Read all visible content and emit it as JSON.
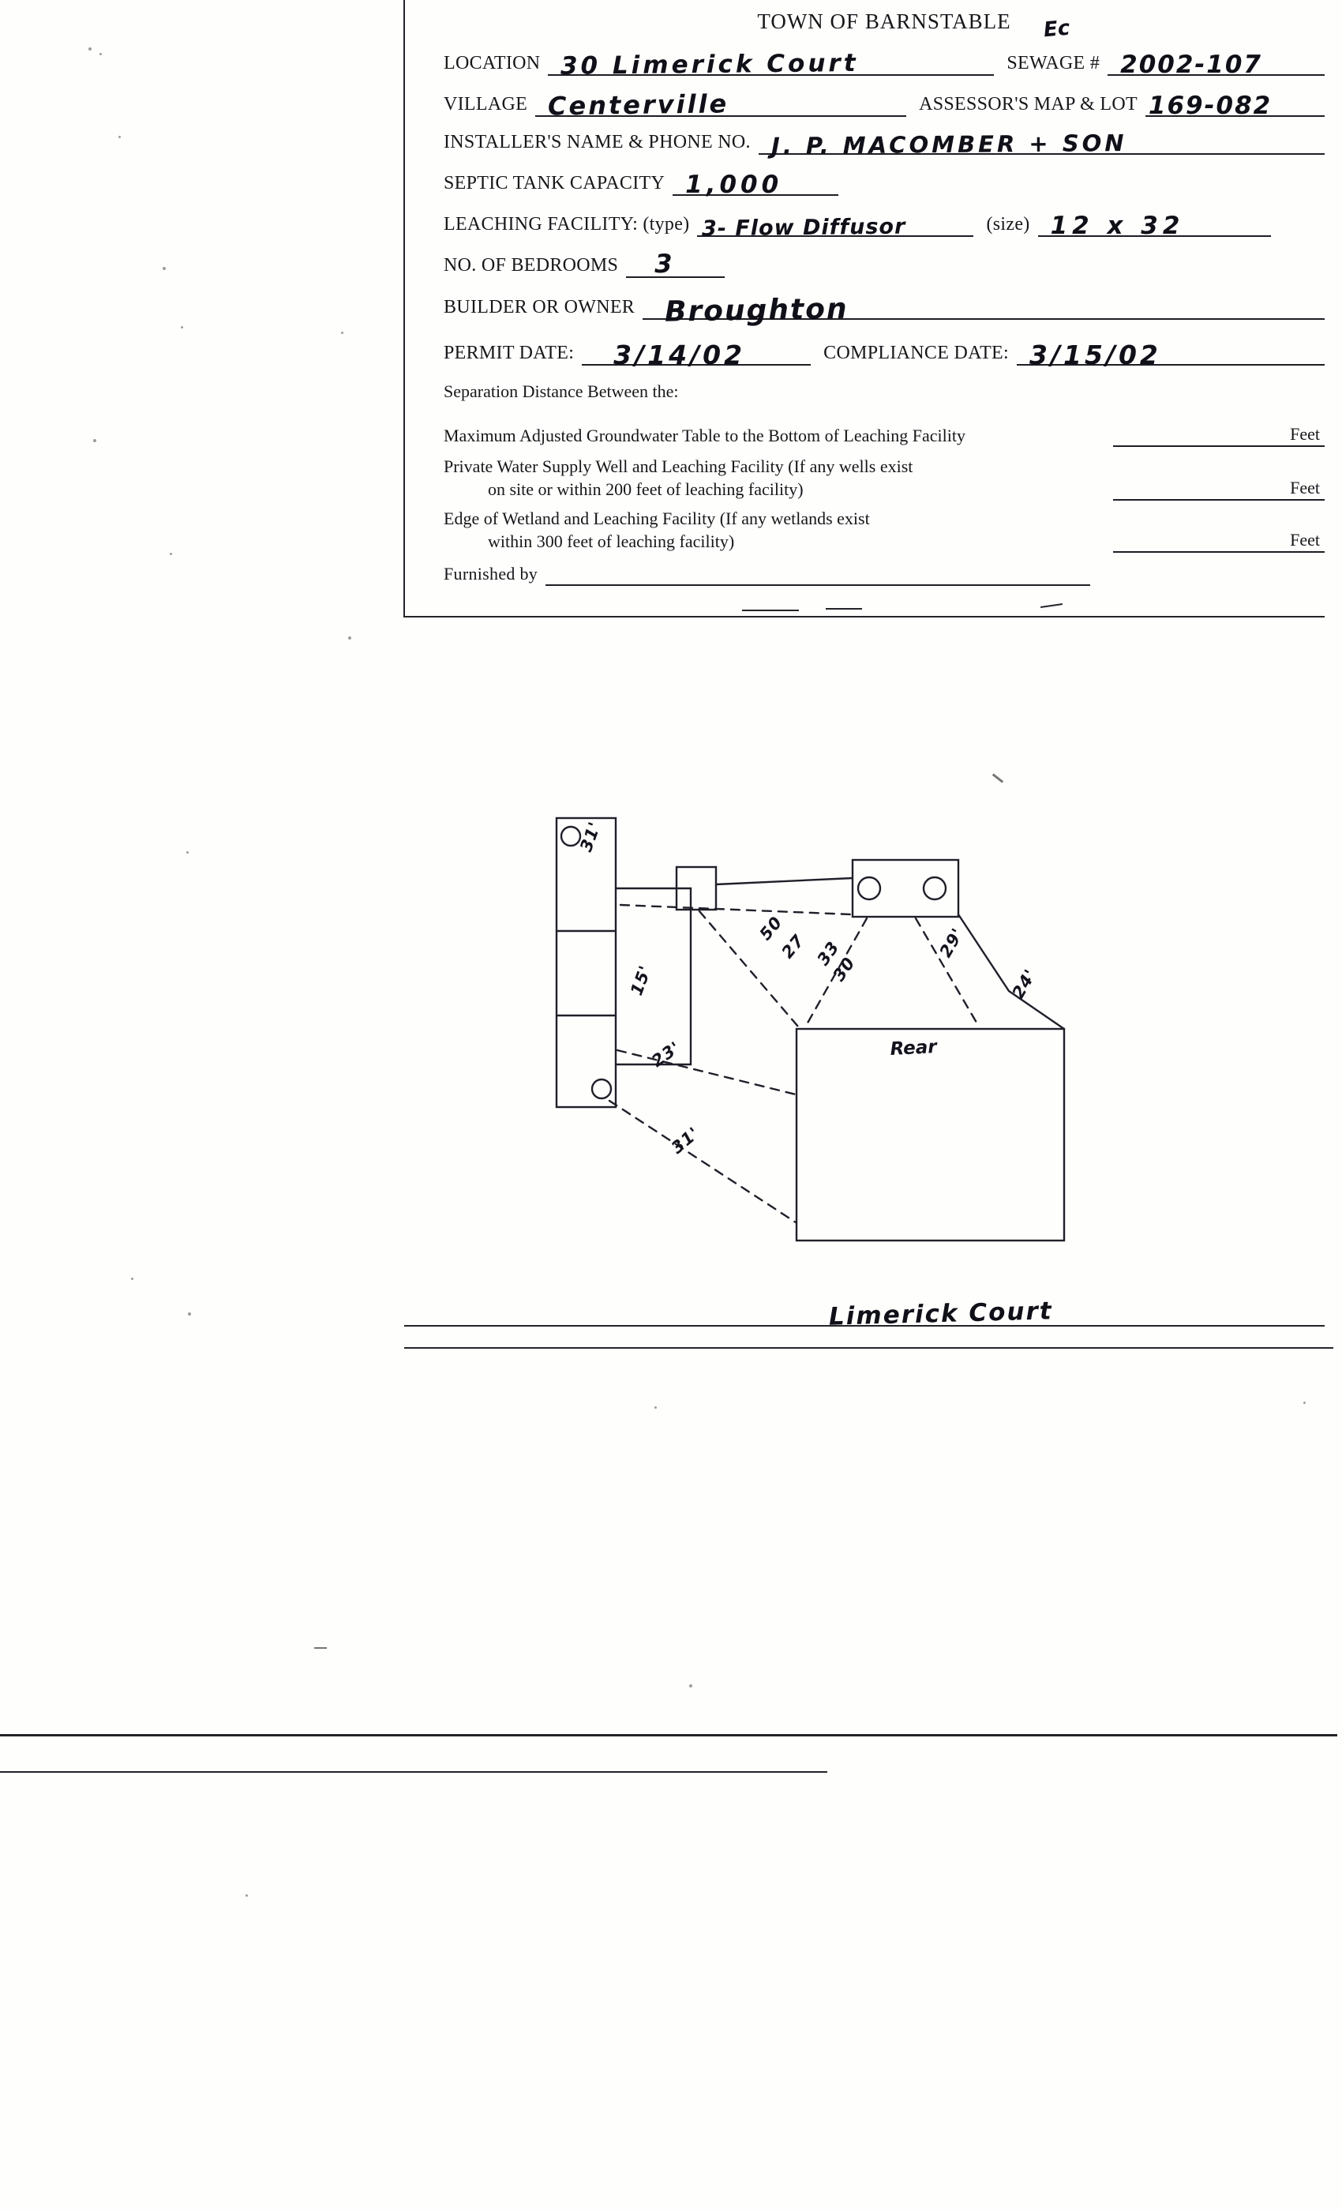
{
  "page": {
    "title": "TOWN OF BARNSTABLE"
  },
  "form": {
    "location": {
      "label": "LOCATION",
      "value": "30 Limerick Court"
    },
    "sewage": {
      "label": "SEWAGE #",
      "note": "Ec",
      "value": "2002-107"
    },
    "village": {
      "label": "VILLAGE",
      "value": "Centerville"
    },
    "assessors": {
      "label": "ASSESSOR'S MAP & LOT",
      "value": "169-082"
    },
    "installer": {
      "label": "INSTALLER'S NAME & PHONE NO.",
      "value": "J. P. MACOMBER + SON"
    },
    "septic_capacity": {
      "label": "SEPTIC TANK CAPACITY",
      "value": "1,000"
    },
    "leaching": {
      "label": "LEACHING FACILITY: (type)",
      "type_value": "3- Flow Diffusor",
      "size_label": "(size)",
      "size_value": "12 x 32"
    },
    "bedrooms": {
      "label": "NO. OF BEDROOMS",
      "value": "3"
    },
    "builder": {
      "label": "BUILDER OR OWNER",
      "value": "Broughton"
    },
    "permit_date": {
      "label": "PERMIT DATE:",
      "value": "3/14/02"
    },
    "compliance_date": {
      "label": "COMPLIANCE DATE:",
      "value": "3/15/02"
    }
  },
  "separation": {
    "heading": "Separation Distance Between the:",
    "rows": [
      {
        "line1": "Maximum Adjusted Groundwater Table to the Bottom of Leaching Facility",
        "line2": "",
        "unit": "Feet"
      },
      {
        "line1": "Private Water Supply Well and Leaching Facility  (If any wells exist",
        "line2": "on site or within 200 feet of leaching facility)",
        "unit": "Feet"
      },
      {
        "line1": "Edge of Wetland and Leaching Facility (If any wetlands exist",
        "line2": "within 300 feet of leaching facility)",
        "unit": "Feet"
      }
    ],
    "furnished_by_label": "Furnished by"
  },
  "sketch": {
    "rear_label": "Rear",
    "street_label": "Limerick Court",
    "measurements": {
      "m31_top": "31'",
      "m15": "15'",
      "m23": "23'",
      "m31_bottom": "31'",
      "m50": "50",
      "m27": "27",
      "m33": "33",
      "m30": "30",
      "m29": "29'",
      "m24": "24'"
    }
  }
}
